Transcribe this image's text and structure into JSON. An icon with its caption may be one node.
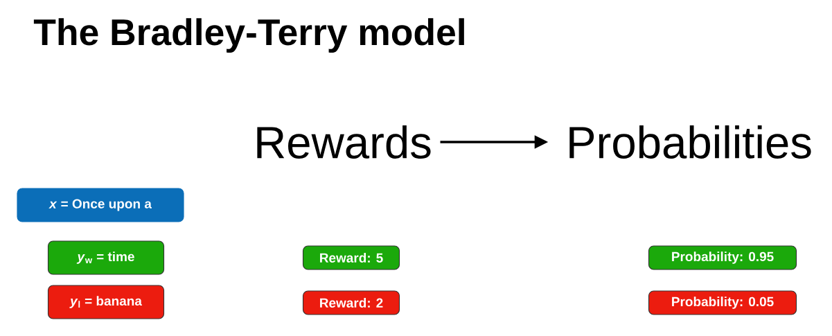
{
  "diagram": {
    "title": "The Bradley-Terry model",
    "nodes": [
      {
        "text": [
          "Rewards"
        ]
      },
      {
        "text": [
          "Probabilities"
        ]
      },
      {
        "text": [
          "*x* = Once upon a"
        ]
      },
      {
        "text": [
          "*y*$_{w}$ = time"
        ]
      },
      {
        "text": [
          "*y*$_{l}$ = banana"
        ]
      },
      {
        "text": [
          "Reward: 5"
        ]
      },
      {
        "text": [
          "Reward: 2"
        ]
      },
      {
        "text": [
          "Probability: 0.95"
        ]
      },
      {
        "text": [
          "Probability: 0.05"
        ]
      }
    ],
    "edges": [
      {
        "from": 0,
        "to": 1,
        "arrow": "to"
      }
    ]
  }
}
